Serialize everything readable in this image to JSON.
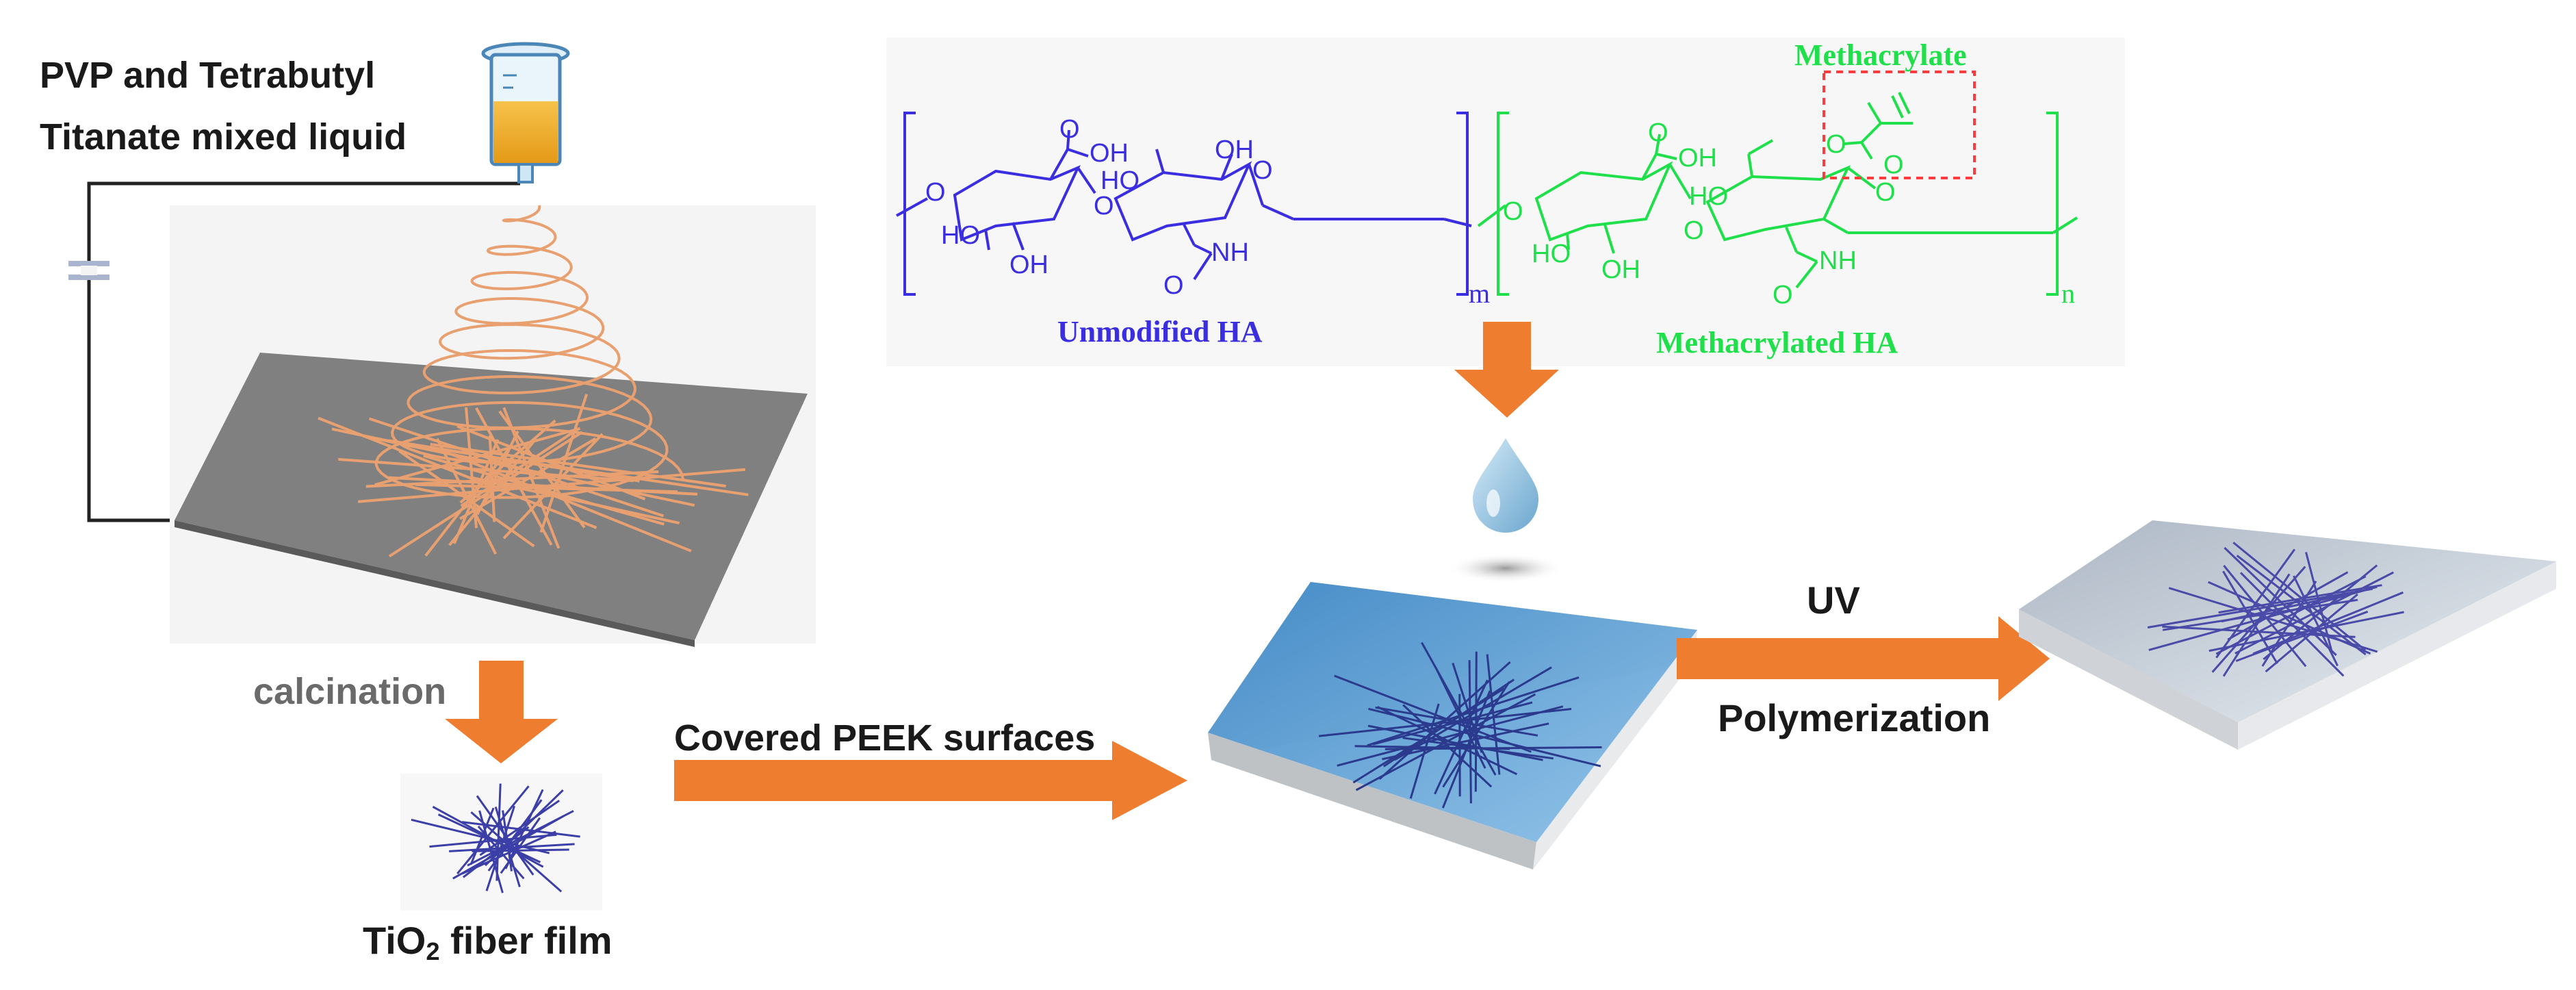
{
  "colors": {
    "arrow": "#ee7d2f",
    "unmodified_ha": "#3a2ee0",
    "methacrylated_ha": "#1fe04a",
    "methacrylate_box": "#ff3b3b",
    "fiber": "#3c3fa8",
    "spiral": "#e8a070",
    "plate": "#808080",
    "label_dark": "#1a1a1a",
    "label_grey": "#6a6a6a",
    "gel_blue": "#5b9fd6"
  },
  "labels": {
    "precursor_line1": "PVP and Tetrabutyl",
    "precursor_line2": "Titanate  mixed liquid",
    "calcination": "calcination",
    "tio2_main": "TiO",
    "tio2_sub": "2",
    "tio2_rest": " fiber film",
    "covered": "Covered PEEK surfaces",
    "uv": "UV",
    "polymerization": "Polymerization"
  },
  "chemistry": {
    "methacrylate_title": "Methacrylate",
    "unmodified_label": "Unmodified HA",
    "methacrylated_label": "Methacrylated HA",
    "repeat_m": "m",
    "repeat_n": "n",
    "atoms": {
      "oh": "OH",
      "ho": "HO",
      "nh": "NH",
      "o": "O"
    }
  },
  "icons": {
    "syringe": "syringe-icon",
    "droplet": "droplet-icon",
    "power_source": "capacitor-icon"
  }
}
